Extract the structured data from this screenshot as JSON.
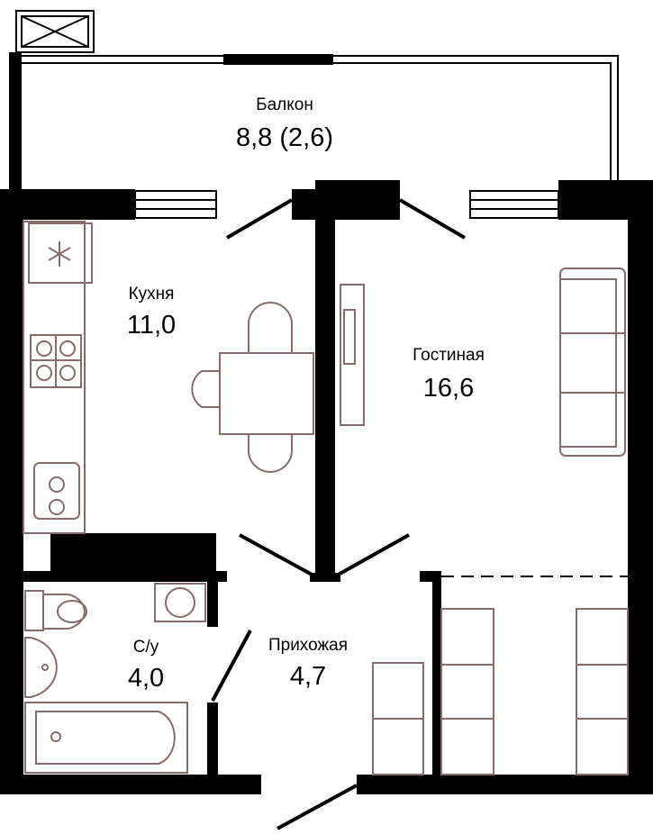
{
  "colors": {
    "wall": "#000000",
    "furniture": "#8a6a6a",
    "background": "#ffffff"
  },
  "rooms": [
    {
      "id": "balcony",
      "name": "Балкон",
      "area": "8,8 (2,6)"
    },
    {
      "id": "kitchen",
      "name": "Кухня",
      "area": "11,0"
    },
    {
      "id": "living",
      "name": "Гостиная",
      "area": "16,6"
    },
    {
      "id": "bathroom",
      "name": "С/у",
      "area": "4,0"
    },
    {
      "id": "hallway",
      "name": "Прихожая",
      "area": "4,7"
    }
  ],
  "icons": {
    "fridge": "snowflake-icon",
    "ac_unit": "ac-unit-icon",
    "stove": "stove-icon",
    "hob": "hob-icon",
    "washer": "washing-machine-icon",
    "toilet": "toilet-icon",
    "sink": "sink-icon",
    "bathtub": "bathtub-icon",
    "sofa": "sofa-icon",
    "tv": "tv-icon",
    "table": "dining-table-icon",
    "wardrobe": "wardrobe-icon"
  }
}
